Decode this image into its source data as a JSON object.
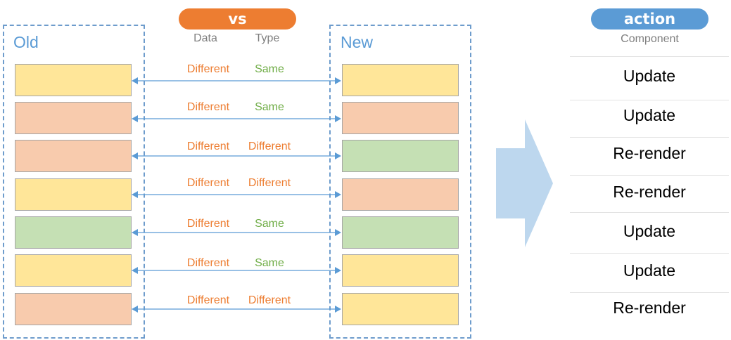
{
  "header": {
    "vs_label": "vs",
    "action_label": "action",
    "data_label": "Data",
    "type_label": "Type",
    "component_label": "Component"
  },
  "panels": {
    "old_title": "Old",
    "new_title": "New"
  },
  "colors": {
    "yellow": "#ffe699",
    "orange": "#f8cbad",
    "green": "#c5e0b4",
    "accent_orange": "#ed7d31",
    "accent_blue": "#5b9bd5",
    "same_green": "#70ad47",
    "arrow_blue": "#bdd7ee"
  },
  "rows": [
    {
      "old_color": "yellow",
      "new_color": "yellow",
      "data": "Different",
      "type": "Same",
      "action": "Update"
    },
    {
      "old_color": "orange",
      "new_color": "orange",
      "data": "Different",
      "type": "Same",
      "action": "Update"
    },
    {
      "old_color": "orange",
      "new_color": "green",
      "data": "Different",
      "type": "Different",
      "action": "Re-render"
    },
    {
      "old_color": "yellow",
      "new_color": "orange",
      "data": "Different",
      "type": "Different",
      "action": "Re-render"
    },
    {
      "old_color": "green",
      "new_color": "green",
      "data": "Different",
      "type": "Same",
      "action": "Update"
    },
    {
      "old_color": "yellow",
      "new_color": "yellow",
      "data": "Different",
      "type": "Same",
      "action": "Update"
    },
    {
      "old_color": "orange",
      "new_color": "yellow",
      "data": "Different",
      "type": "Different",
      "action": "Re-render"
    }
  ]
}
